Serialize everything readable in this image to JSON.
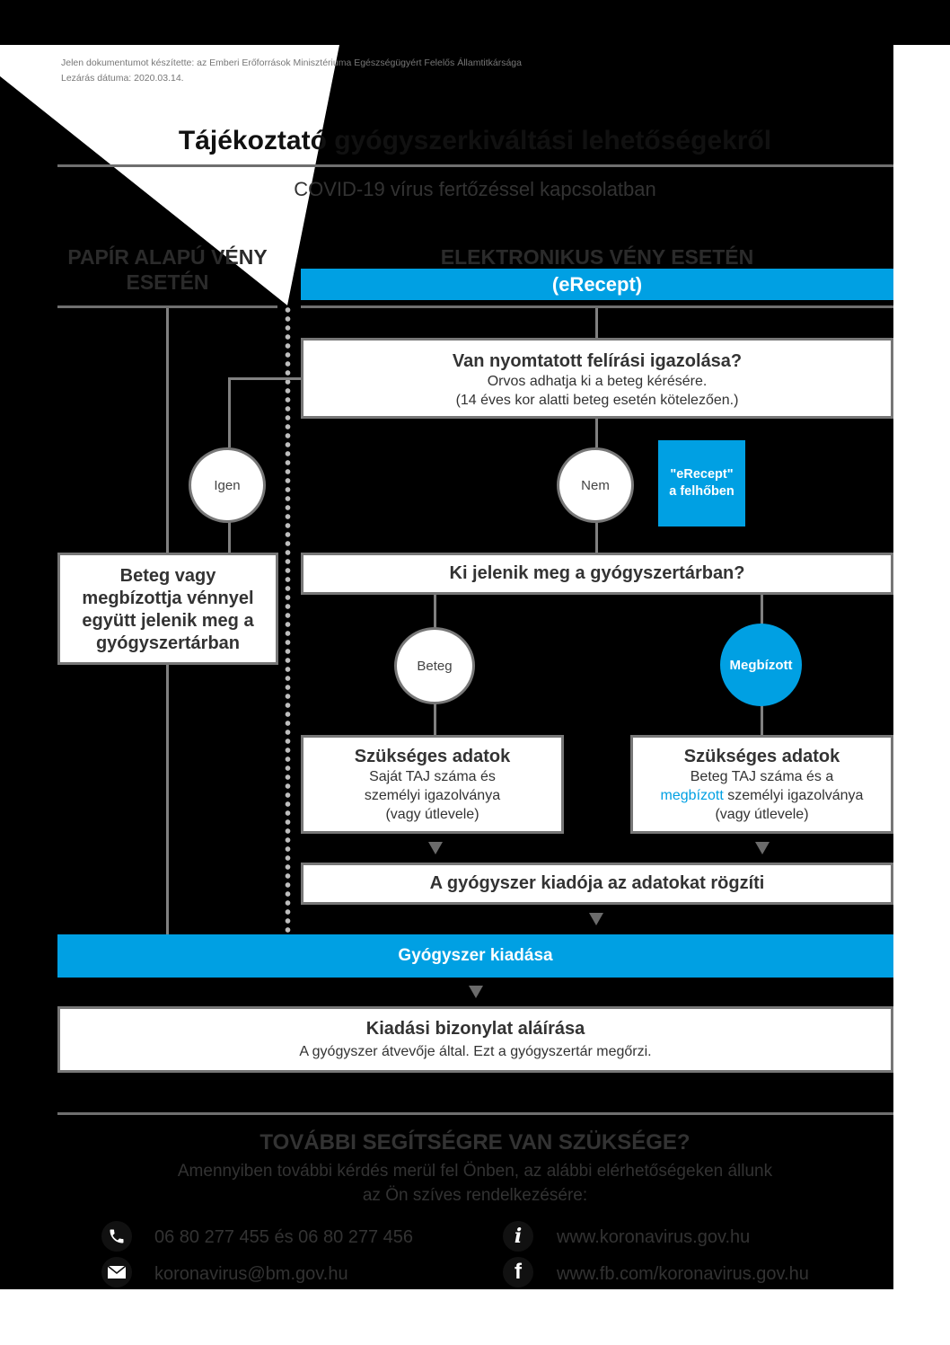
{
  "header": {
    "meta_line1": "Jelen dokumentumot készítette: az Emberi Erőforrások Minisztériuma Egészségügyért Felelős Államtitkársága",
    "meta_line2": "Lezárás dátuma: 2020.03.14.",
    "title": "Tájékoztató gyógyszerkiváltási lehetőségekről",
    "subtitle": "COVID-19 vírus fertőzéssel kapcsolatban"
  },
  "columns": {
    "paper_line1": "PAPÍR ALAPÚ VÉNY",
    "paper_line2": "ESETÉN",
    "electronic": "ELEKTRONIKUS VÉNY ESETÉN",
    "erecept_banner": "(eRecept)"
  },
  "flow": {
    "q1_title": "Van nyomtatott felírási igazolása?",
    "q1_line1": "Orvos adhatja ki a beteg kérésére.",
    "q1_line2": "(14 éves kor alatti beteg esetén kötelezően.)",
    "yes": "Igen",
    "no": "Nem",
    "cloud_line1": "\"eRecept\"",
    "cloud_line2": "a felhőben",
    "paper_box": [
      "Beteg vagy",
      "megbízottja vénnyel",
      "együtt jelenik meg a",
      "gyógyszertárban"
    ],
    "q2_title": "Ki jelenik meg a gyógyszertárban?",
    "patient": "Beteg",
    "proxy": "Megbízott",
    "patient_box": {
      "title": "Szükséges adatok",
      "line1": "Saját TAJ száma és",
      "line2": "személyi igazolványa",
      "line3": "(vagy útlevele)"
    },
    "proxy_box": {
      "title": "Szükséges adatok",
      "line1": "Beteg TAJ száma és a",
      "line2_highlight": "megbízott",
      "line2_rest": " személyi igazolványa",
      "line3": "(vagy útlevele)"
    },
    "record": "A gyógyszer kiadója az adatokat rögzíti",
    "dispense": "Gyógyszer kiadása",
    "receipt_title": "Kiadási bizonylat aláírása",
    "receipt_text": "A gyógyszer átvevője által. Ezt a gyógyszertár megőrzi."
  },
  "help": {
    "title": "TOVÁBBI SEGÍTSÉGRE VAN SZÜKSÉGE?",
    "text_line1": "Amennyiben további kérdés merül fel Önben, az alábbi elérhetőségeken állunk",
    "text_line2": "az Ön szíves rendelkezésére:",
    "phone": "06 80 277 455 és  06 80 277 456",
    "email": "koronavirus@bm.gov.hu",
    "web": "www.koronavirus.gov.hu",
    "facebook": "www.fb.com/koronavirus.gov.hu"
  },
  "colors": {
    "accent": "#00a0e3",
    "line": "#777777"
  }
}
